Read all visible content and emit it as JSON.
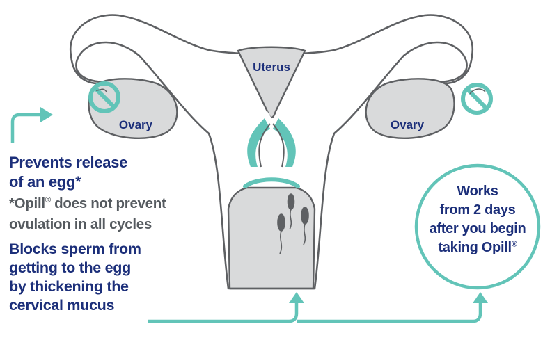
{
  "labels": {
    "uterus": "Uterus",
    "ovary_left": "Ovary",
    "ovary_right": "Ovary"
  },
  "prevents": {
    "line1": "Prevents release",
    "line2": "of an egg*"
  },
  "note": {
    "line1_prefix": "*Opill",
    "line1_mark": "®",
    "line1_suffix": " does not prevent",
    "line2": "ovulation in all cycles"
  },
  "blocks": {
    "line1": "Blocks sperm from",
    "line2": "getting to the egg",
    "line3": "by thickening the",
    "line4": "cervical mucus"
  },
  "works": {
    "line1": "Works",
    "line2": "from 2 days",
    "line3": "after you begin",
    "line4_prefix": "taking Opill",
    "line4_mark": "®"
  },
  "colors": {
    "teal": "#62c4b8",
    "navy": "#1c2f7a",
    "outline": "#5e6063",
    "fill": "#d9dadb",
    "note_gray": "#555a5f"
  },
  "icons": [
    "blocked-egg-icon",
    "sperm-icon",
    "arrow-icon"
  ]
}
